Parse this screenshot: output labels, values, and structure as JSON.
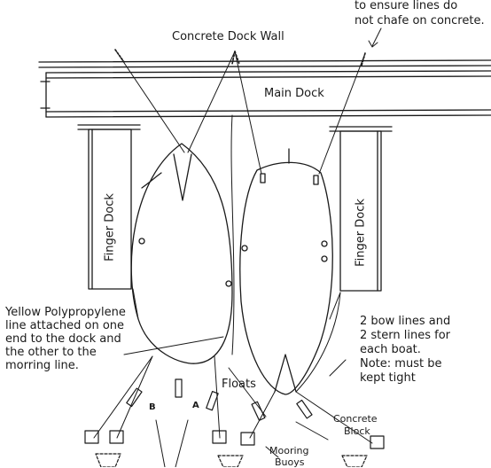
{
  "labels": {
    "top_note_line1": "to ensure lines do",
    "top_note_line2": "not chafe on concrete.",
    "wall": "Concrete Dock Wall",
    "main_dock": "Main Dock",
    "finger_left": "Finger Dock",
    "finger_right": "Finger Dock",
    "yellow_note": [
      "Yellow Polypropylene",
      "line attached on one",
      "end to the dock and",
      "the other to the",
      "morring line."
    ],
    "bow_note": [
      "2 bow lines and",
      "2 stern lines for",
      "each boat.",
      "Note: must be",
      "kept tight"
    ],
    "floats": "Floats",
    "concrete_block_line1": "Concrete",
    "concrete_block_line2": "Block",
    "mooring_line1": "Mooring",
    "mooring_line2": "Buoys",
    "mark_b": "B",
    "mark_a": "A"
  },
  "colors": {
    "ink": "#1a1a1a",
    "paper": "#ffffff"
  }
}
